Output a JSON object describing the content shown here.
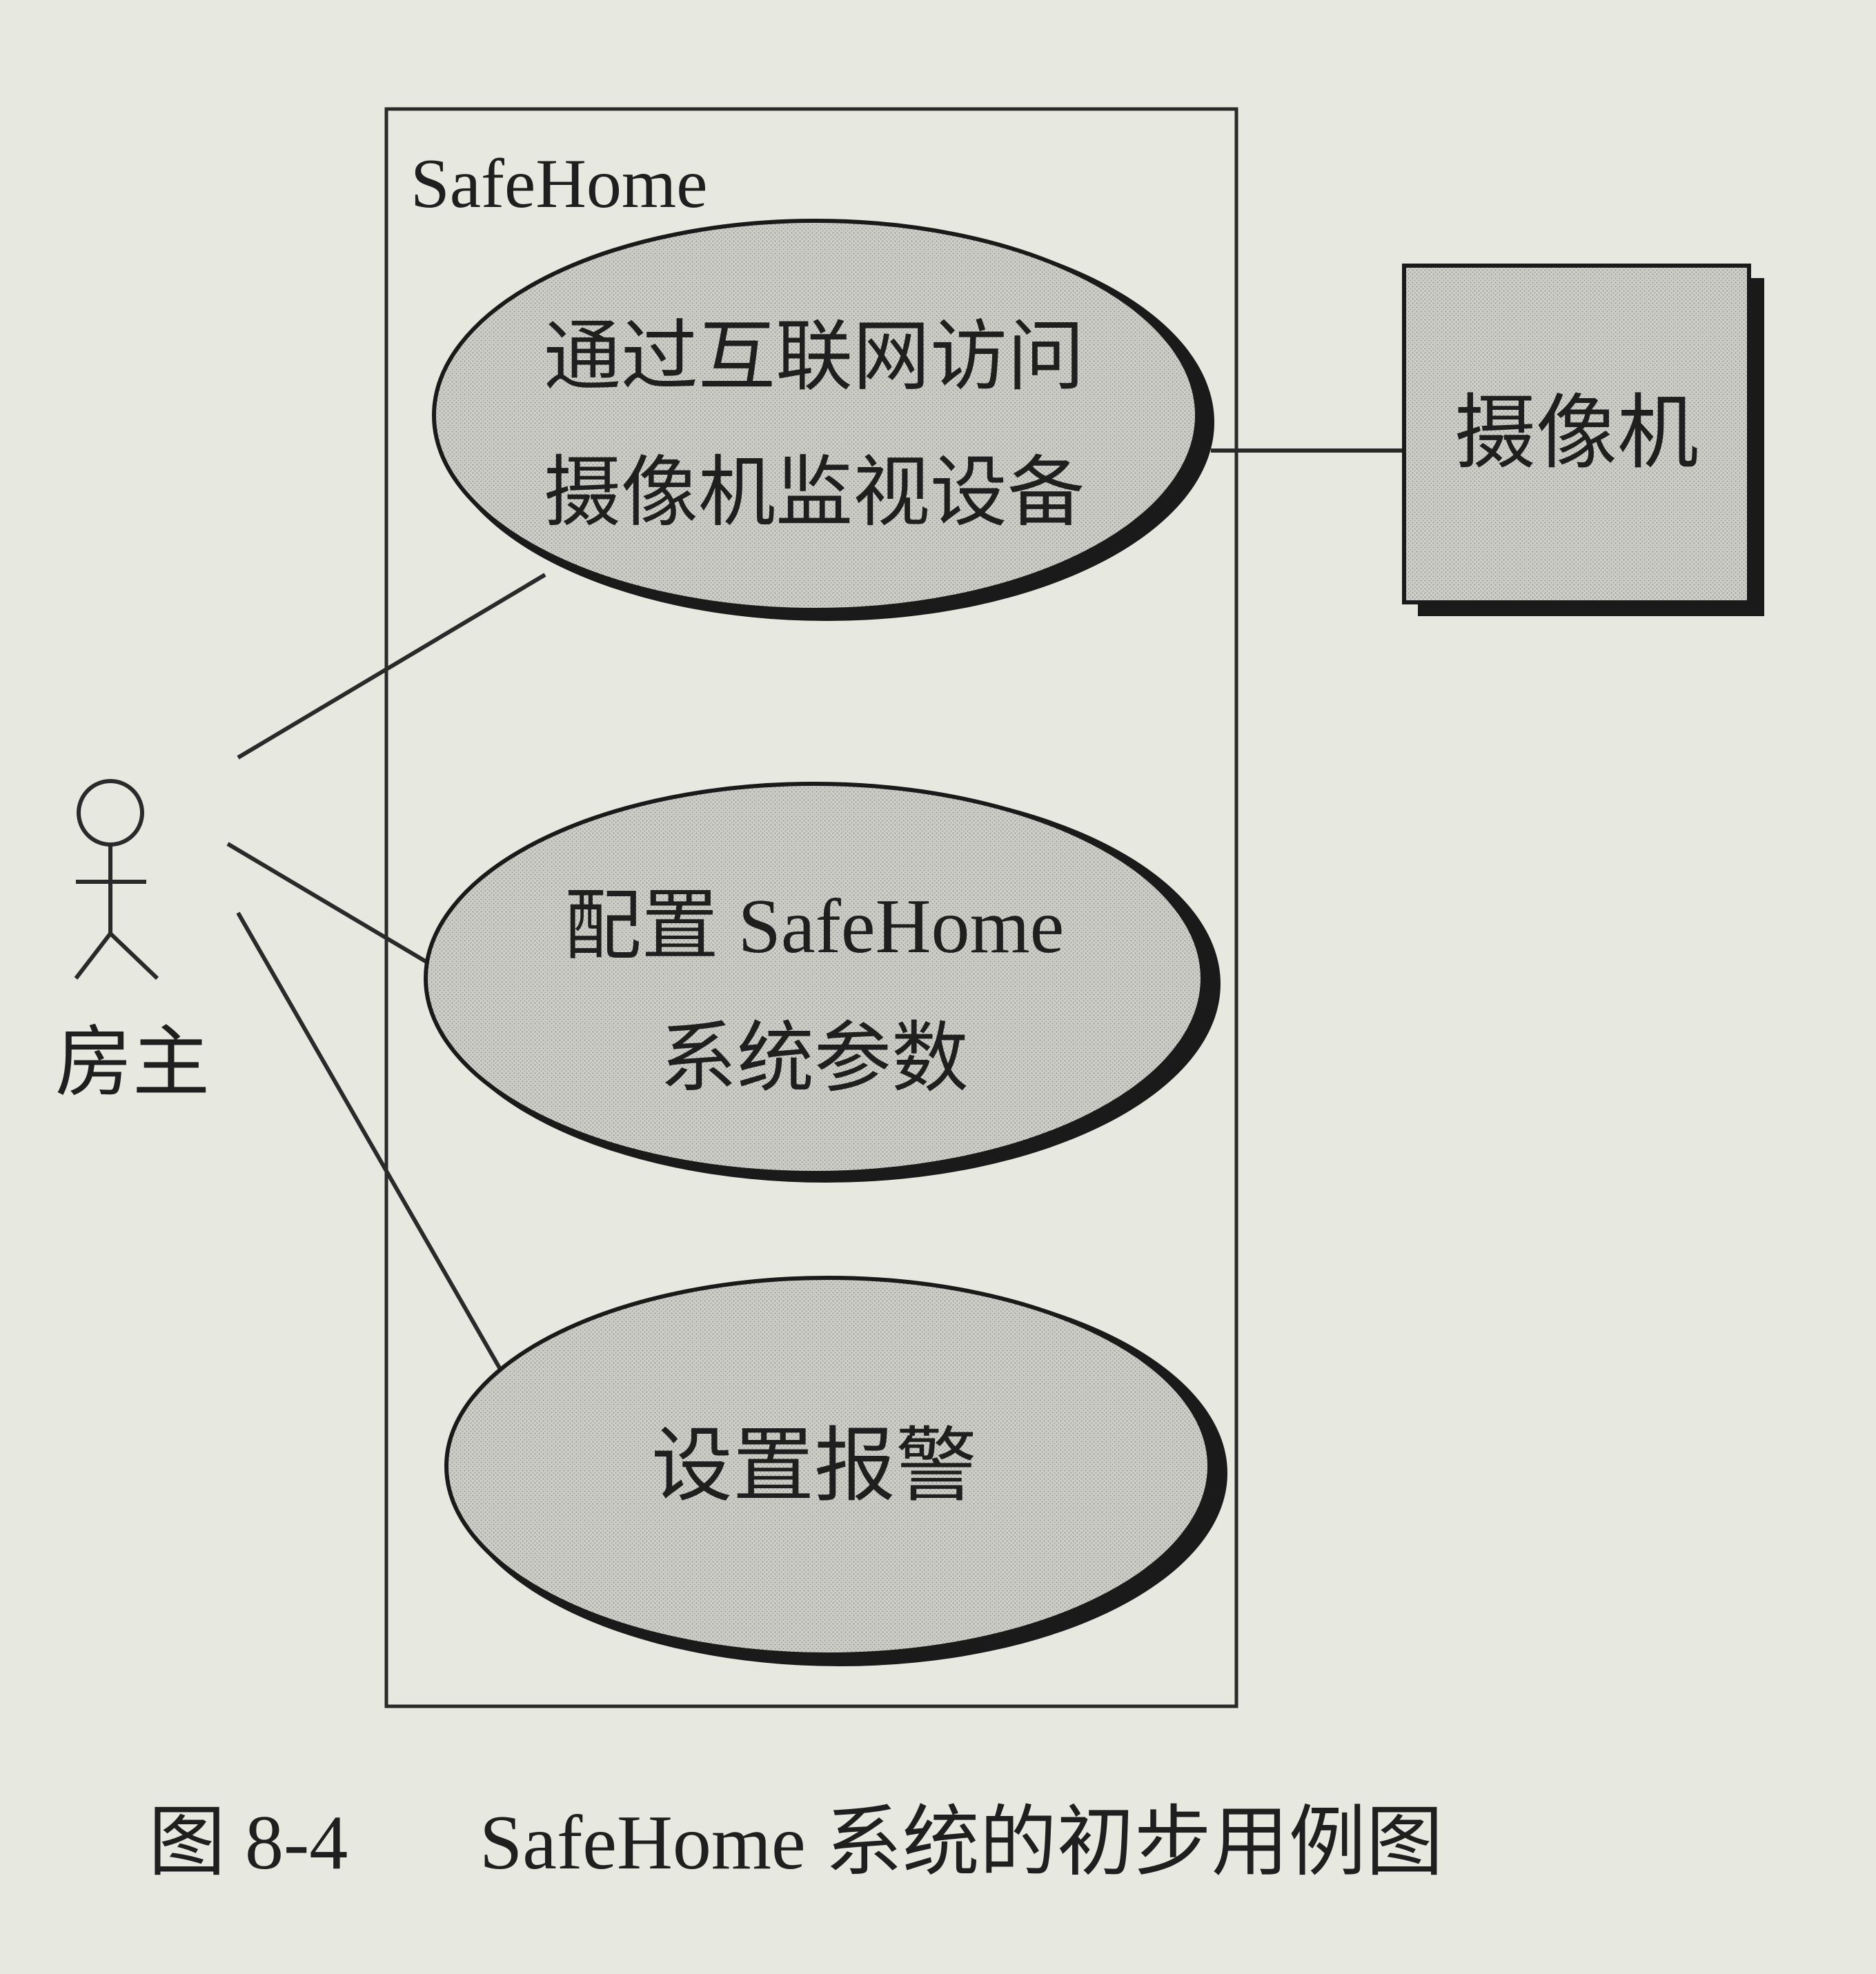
{
  "system": {
    "title": "SafeHome"
  },
  "actors": {
    "homeowner": {
      "label": "房主"
    },
    "camera": {
      "label": "摄像机"
    }
  },
  "use_cases": [
    {
      "lines": [
        "通过互联网访问",
        "摄像机监视设备"
      ]
    },
    {
      "lines": [
        "配置 SafeHome",
        "系统参数"
      ]
    },
    {
      "lines": [
        "设置报警"
      ]
    }
  ],
  "caption": {
    "number": "图 8-4",
    "text": "SafeHome 系统的初步用例图"
  }
}
